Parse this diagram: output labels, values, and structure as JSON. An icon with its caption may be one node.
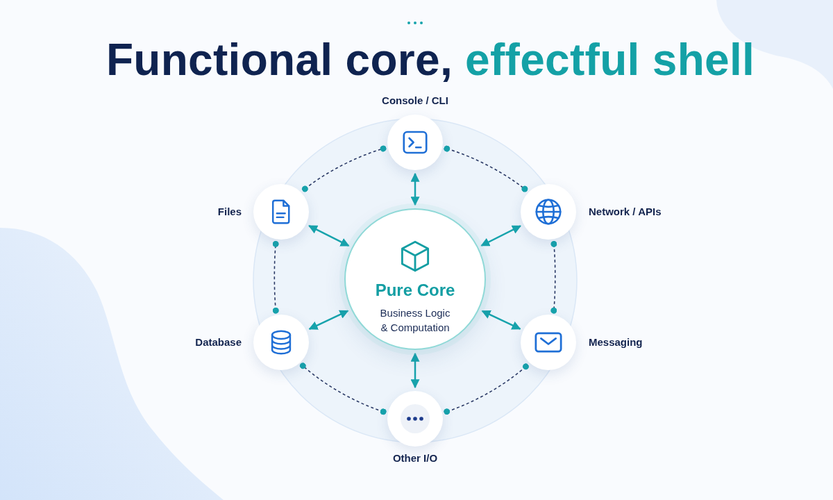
{
  "diagram": {
    "title": "Functional core, effectful shell",
    "nodes": [
      {
        "text": [
          "Console / CLI"
        ]
      },
      {
        "text": [
          "Files"
        ]
      },
      {
        "text": [
          "Network / APIs"
        ]
      },
      {
        "text": [
          "Pure Core",
          "Business Logic & Computation"
        ]
      },
      {
        "text": [
          "Database"
        ]
      },
      {
        "text": [
          "Messaging"
        ]
      },
      {
        "text": [
          "Other I/O"
        ]
      }
    ],
    "edges": [
      {
        "from": 0,
        "to": 3,
        "arrow": "both"
      },
      {
        "from": 1,
        "to": 3,
        "arrow": "both"
      },
      {
        "from": 2,
        "to": 3,
        "arrow": "both"
      },
      {
        "from": 4,
        "to": 3,
        "arrow": "both"
      },
      {
        "from": 5,
        "to": 3,
        "arrow": "both"
      },
      {
        "from": 6,
        "to": 3,
        "arrow": "both"
      },
      {
        "from": 0,
        "to": 2,
        "arrow": "other",
        "style": "dashed",
        "color": "#2b3a66"
      },
      {
        "from": 2,
        "to": 5,
        "arrow": "other",
        "style": "dashed",
        "color": "#2b3a66"
      },
      {
        "from": 5,
        "to": 6,
        "arrow": "other",
        "style": "dashed",
        "color": "#2b3a66"
      },
      {
        "from": 6,
        "to": 4,
        "arrow": "other",
        "style": "dashed",
        "color": "#2b3a66"
      },
      {
        "from": 4,
        "to": 1,
        "arrow": "other",
        "style": "dashed",
        "color": "#2b3a66"
      },
      {
        "from": 1,
        "to": 0,
        "arrow": "other",
        "style": "dashed",
        "color": "#2b3a66"
      }
    ]
  }
}
